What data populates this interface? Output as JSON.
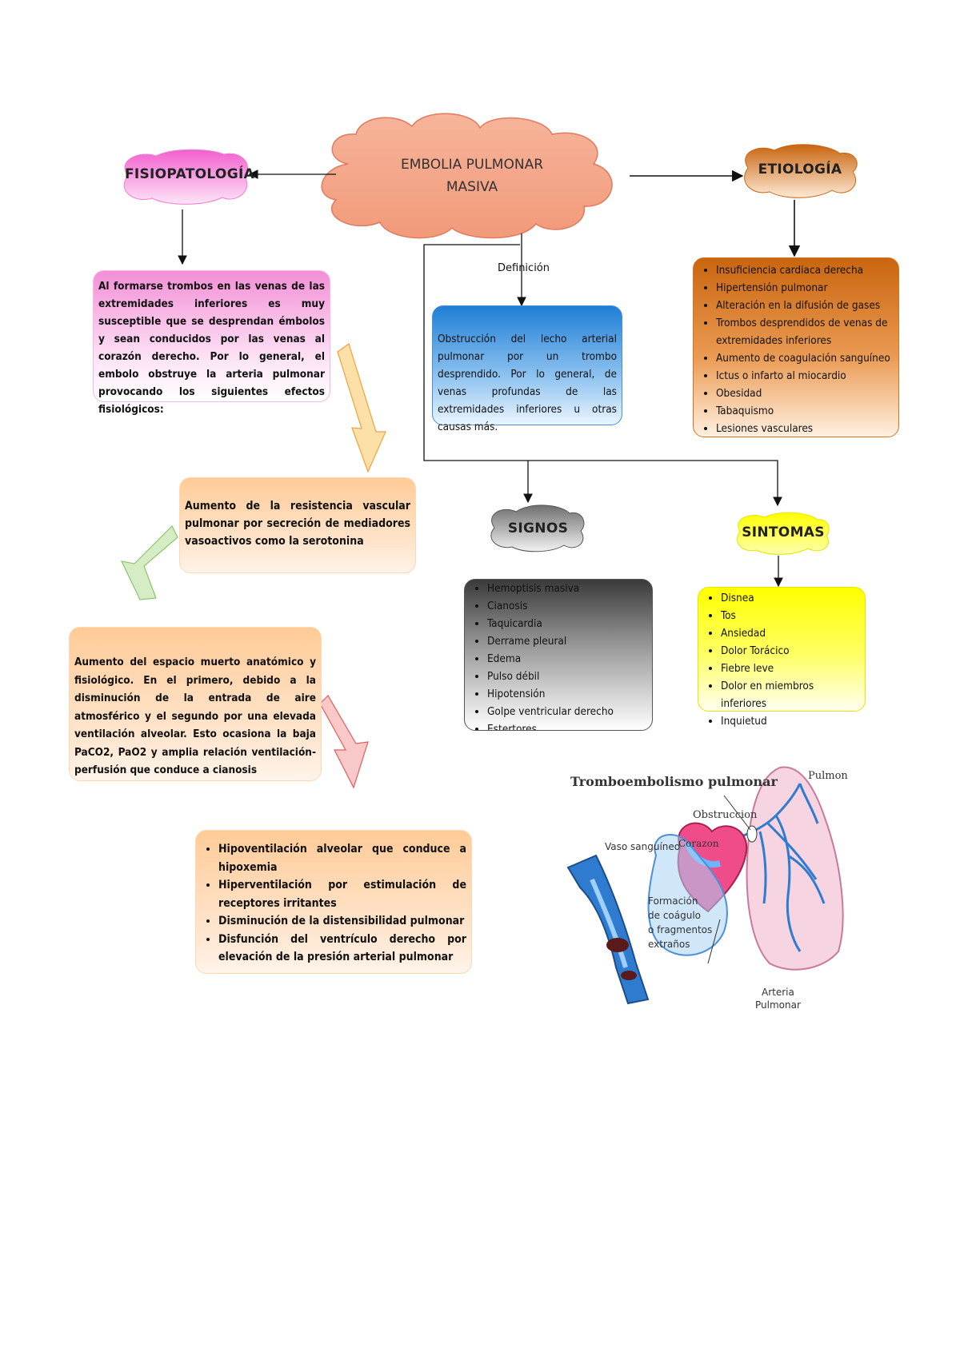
{
  "colors": {
    "main": "#f6a98d",
    "fisio": "#f48fd6",
    "etio": "#d8731c",
    "def": "#1e7fd6",
    "signos": "#8a8a8a",
    "sintomas": "#ffff33",
    "peach": "#ffd3a8",
    "pink": "#f7b6ea"
  },
  "main_topic": {
    "line1": "EMBOLIA PULMONAR",
    "line2": "MASIVA"
  },
  "labels": {
    "fisiopatologia": "FISIOPATOLOGÍA",
    "etiologia": "ETIOLOGÍA",
    "signos": "SIGNOS",
    "sintomas": "SINTOMAS",
    "definicion": "Definición"
  },
  "fisio_intro": "Al formarse trombos en las venas de las extremidades inferiores es muy susceptible que se desprendan émbolos y sean conducidos por las venas al corazón derecho. Por lo general, el embolo obstruye la arteria pulmonar provocando los siguientes efectos fisiológicos:",
  "fisio_step1": "Aumento de la resistencia vascular pulmonar por secreción de mediadores vasoactivos como la serotonina",
  "fisio_step2": "Aumento del espacio muerto anatómico y fisiológico. En el primero, debido a la disminución de la entrada de aire atmosférico y el segundo por una elevada ventilación alveolar. Esto ocasiona la baja PaCO2, PaO2 y amplia relación ventilación-perfusión que conduce a cianosis",
  "fisio_step3": [
    "Hipoventilación alveolar que conduce a hipoxemia",
    "Hiperventilación por estimulación de receptores irritantes",
    "Disminución de la distensibilidad pulmonar",
    "Disfunción del ventrículo derecho por elevación de la presión arterial pulmonar"
  ],
  "definicion_text": "Obstrucción del lecho arterial pulmonar por un trombo desprendido. Por lo general, de venas profundas de las extremidades inferiores u otras causas más.",
  "etiologia_items": [
    "Insuficiencia cardiaca derecha",
    "Hipertensión pulmonar",
    "Alteración en la difusión de gases",
    "Trombos desprendidos de venas de extremidades inferiores",
    "Aumento de coagulación sanguíneo",
    "Ictus o infarto al miocardio",
    "Obesidad",
    "Tabaquismo",
    "Lesiones vasculares"
  ],
  "signos_items": [
    "Hemoptisis masiva",
    "Cianosis",
    "Taquicardia",
    "Derrame pleural",
    "Edema",
    "Pulso débil",
    "Hipotensión",
    "Golpe ventricular derecho",
    "Estertores"
  ],
  "sintomas_items": [
    "Disnea",
    "Tos",
    "Ansiedad",
    "Dolor Torácico",
    "Fiebre leve",
    "Dolor en miembros inferiores",
    "Inquietud"
  ],
  "illustration": {
    "title": "Tromboembolismo pulmonar",
    "pulmon": "Pulmon",
    "obstruccion": "Obstruccion",
    "vaso": "Vaso sanguíneo",
    "corazon": "Corazon",
    "formacion": [
      "Formación",
      "de coágulo",
      "o fragmentos",
      "extraños"
    ],
    "arteria": [
      "Arteria",
      "Pulmonar"
    ]
  }
}
